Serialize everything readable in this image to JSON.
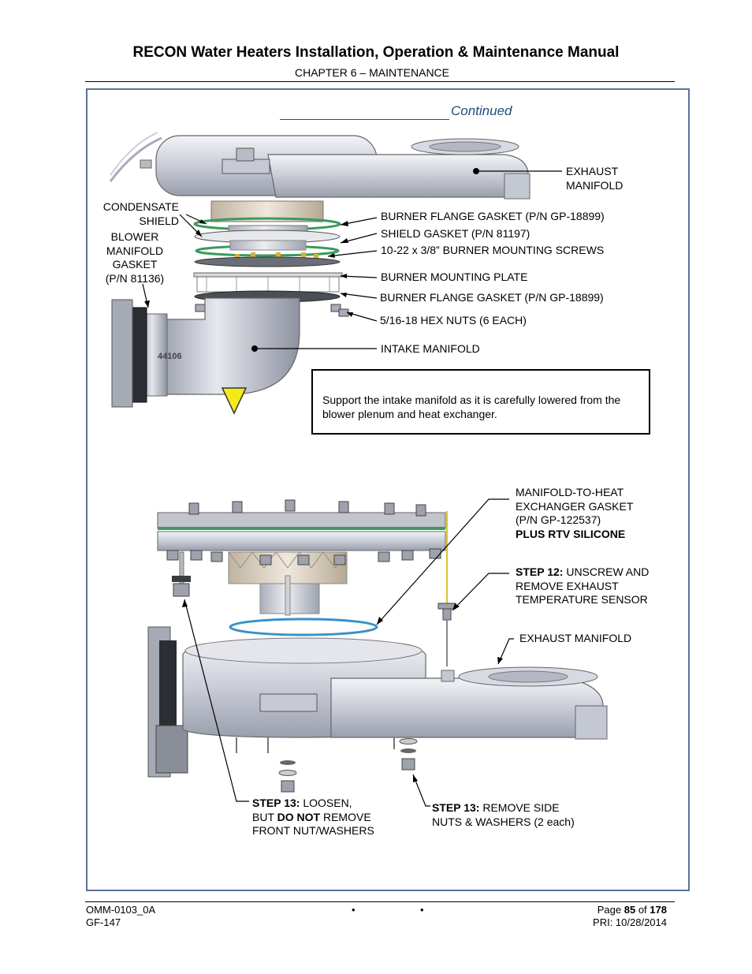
{
  "header": {
    "title": "RECON Water Heaters Installation, Operation & Maintenance Manual",
    "chapter": "CHAPTER 6 – MAINTENANCE"
  },
  "continued": "Continued",
  "figure1": {
    "part_number": "44106",
    "labels": {
      "exhaust_manifold_l1": "EXHAUST",
      "exhaust_manifold_l2": "MANIFOLD",
      "condensate_l1": "CONDENSATE",
      "condensate_l2": "SHIELD",
      "blower_l1": "BLOWER",
      "blower_l2": "MANIFOLD",
      "blower_l3": "GASKET",
      "blower_l4": "(P/N 81136)",
      "burner_flange_gasket_top": "BURNER FLANGE GASKET (P/N GP-18899)",
      "shield_gasket": "SHIELD GASKET (P/N 81197)",
      "mounting_screws": "10-22 x 3/8” BURNER MOUNTING SCREWS",
      "mounting_plate": "BURNER MOUNTING PLATE",
      "burner_flange_gasket_bottom": "BURNER FLANGE GASKET (P/N GP-18899)",
      "hex_nuts": "5/16-18 HEX NUTS (6 EACH)",
      "intake_manifold": "INTAKE MANIFOLD"
    },
    "note": "Support the intake manifold as it is carefully lowered from the blower plenum and heat exchanger."
  },
  "figure2": {
    "labels": {
      "gasket_l1": "MANIFOLD-TO-HEAT",
      "gasket_l2": "EXCHANGER GASKET",
      "gasket_l3": "(P/N GP-122537)",
      "gasket_l4": "PLUS RTV SILICONE",
      "step12_label": "STEP 12:",
      "step12_l1": " UNSCREW AND",
      "step12_l2": "REMOVE EXHAUST",
      "step12_l3": "TEMPERATURE SENSOR",
      "exhaust_manifold": "EXHAUST MANIFOLD",
      "step13a_label": "STEP 13:",
      "step13a_l1": " LOOSEN,",
      "step13a_l2a": "BUT ",
      "step13a_l2b": "DO NOT",
      "step13a_l2c": " REMOVE",
      "step13a_l3": "FRONT NUT/WASHERS",
      "step13b_label": "STEP 13:",
      "step13b_l1": " REMOVE SIDE",
      "step13b_l2": "NUTS & WASHERS (2 each)"
    }
  },
  "footer": {
    "doc_id": "OMM-0103_0A",
    "code": "GF-147",
    "bullet1": "•",
    "bullet2": "•",
    "page_prefix": "Page ",
    "page_num": "85",
    "page_of": " of ",
    "page_total": "178",
    "pri": "PRI: 10/28/2014"
  }
}
